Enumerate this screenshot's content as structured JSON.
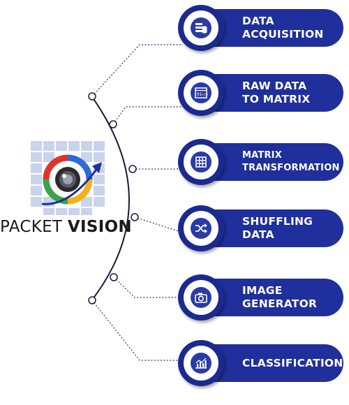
{
  "brand": {
    "word1": "PACKET",
    "word2": "VISION"
  },
  "colors": {
    "primary": "#1f2f9c",
    "accent_red": "#e0342a",
    "accent_green": "#3aa34a",
    "accent_yellow": "#f2b21a",
    "accent_blue": "#2b6bd6",
    "tile": "#c9d3ec"
  },
  "steps": [
    {
      "line1": "DATA",
      "line2": "ACQUISITION",
      "icon": "database-icon"
    },
    {
      "line1": "RAW DATA",
      "line2": "TO MATRIX",
      "icon": "code-window-icon"
    },
    {
      "line1": "MATRIX",
      "line2": "TRANSFORMATION",
      "icon": "grid-icon"
    },
    {
      "line1": "SHUFFLING",
      "line2": "DATA",
      "icon": "shuffle-icon"
    },
    {
      "line1": "IMAGE",
      "line2": "GENERATOR",
      "icon": "camera-icon"
    },
    {
      "line1": "CLASSIFICATION",
      "line2": "",
      "icon": "chart-icon"
    }
  ]
}
